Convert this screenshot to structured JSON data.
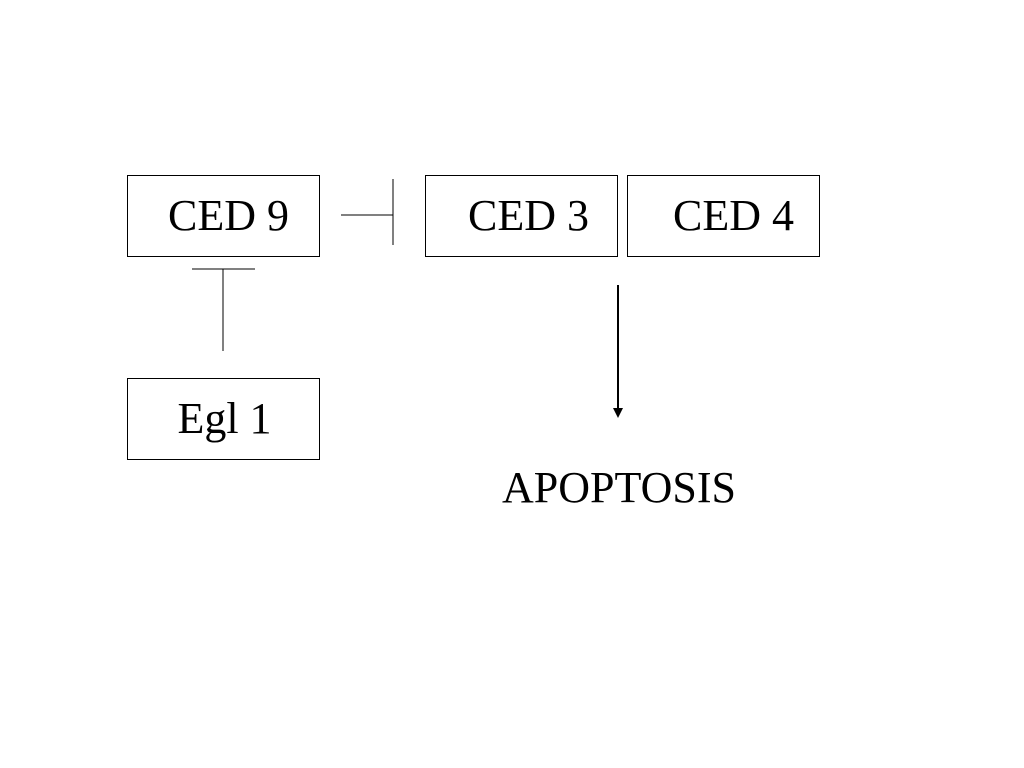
{
  "nodes": {
    "ced9": "CED 9",
    "ced3": "CED 3",
    "ced4": "CED 4",
    "egl1": "Egl 1"
  },
  "outcome": "APOPTOSIS",
  "edges": [
    {
      "from": "CED 9",
      "to": "CED 3",
      "type": "inhibits"
    },
    {
      "from": "Egl 1",
      "to": "CED 9",
      "type": "inhibits"
    },
    {
      "from": "CED 3",
      "to": "APOPTOSIS",
      "type": "activates"
    }
  ]
}
